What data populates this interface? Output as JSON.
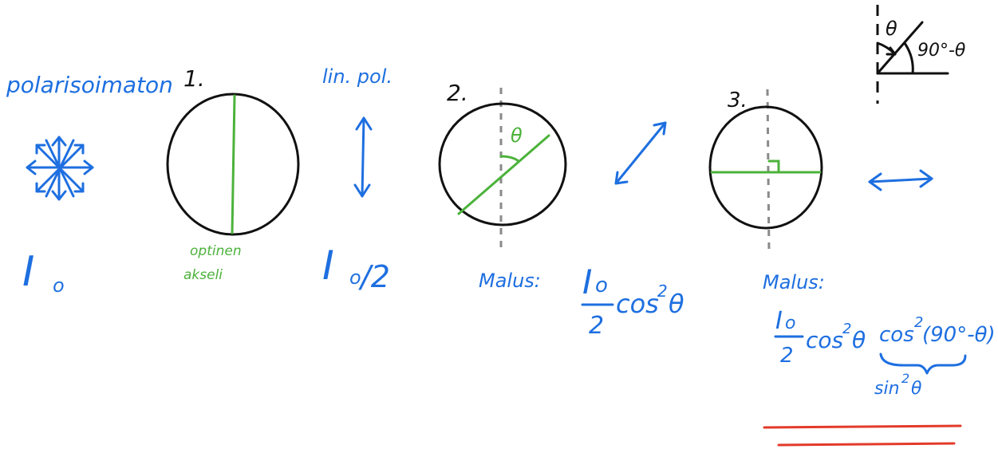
{
  "colors": {
    "ink_blue": "#1e6fe0",
    "ink_green": "#4cb23b",
    "ink_black": "#111111",
    "ink_gray": "#8a8a8a",
    "ink_red": "#e33a2a"
  },
  "left": {
    "unpolarized_label": "polarisoimaton",
    "intensity": "I",
    "intensity_subscript": "o",
    "icon": "unpolarized-star-arrows"
  },
  "polarizers": [
    {
      "number": "1.",
      "axis_label_line1": "optinen",
      "axis_label_line2": "akseli",
      "output_label": "lin. pol.",
      "output_intensity": "I",
      "output_intensity_sub": "o",
      "output_intensity_tail": "/2",
      "arrow_icon": "vertical-double-arrow"
    },
    {
      "number": "2.",
      "angle_symbol": "θ",
      "law_label": "Malus:",
      "formula_num": "I",
      "formula_num_sub": "o",
      "formula_den": "2",
      "formula_tail": "cos",
      "formula_sup": "2",
      "formula_end": "θ",
      "arrow_icon": "diagonal-double-arrow"
    },
    {
      "number": "3.",
      "law_label": "Malus:",
      "formula_num": "I",
      "formula_num_sub": "o",
      "formula_den": "2",
      "formula_part1": "cos",
      "formula_sup1": "2",
      "formula_part1_end": "θ",
      "formula_part2": "cos",
      "formula_sup2": "2",
      "formula_part2_arg": "(90°-θ)",
      "brace_label": "sin",
      "brace_label_sup": "2",
      "brace_label_end": "θ",
      "arrow_icon": "horizontal-double-arrow"
    }
  ],
  "inset": {
    "theta_label": "θ",
    "complement_label": "90°-θ"
  }
}
